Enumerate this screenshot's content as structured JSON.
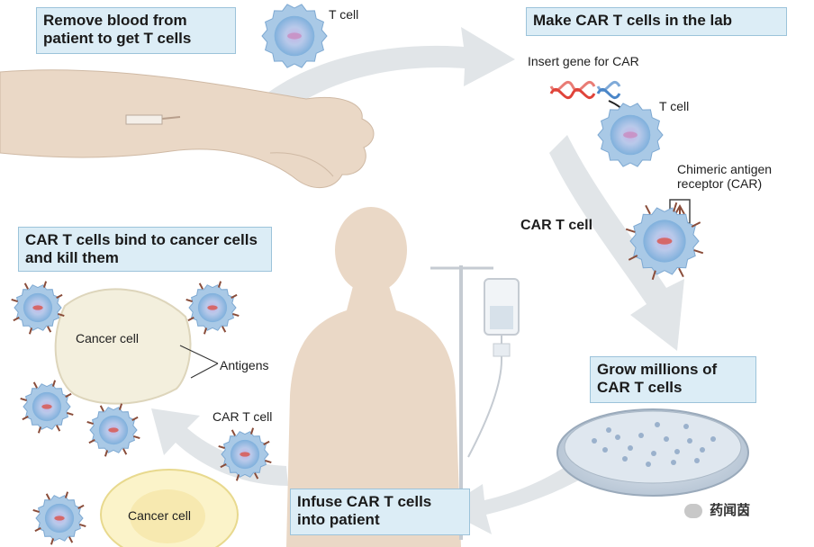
{
  "steps": {
    "remove": "Remove blood from patient to get T cells",
    "make": "Make CAR T cells in the lab",
    "grow": "Grow millions of CAR T cells",
    "infuse": "Infuse CAR T cells into patient",
    "bind": "CAR T cells bind to cancer cells and kill them"
  },
  "labels": {
    "t_cell_top": "T cell",
    "insert_gene": "Insert gene for CAR",
    "t_cell_lab": "T cell",
    "car_receptor": "Chimeric antigen receptor (CAR)",
    "car_t_cell": "CAR T cell",
    "cancer_cell_1": "Cancer cell",
    "antigens": "Antigens",
    "car_t_cell_small": "CAR T cell",
    "cancer_cell_2": "Cancer cell"
  },
  "watermark": "药闻茵",
  "colors": {
    "box_fill": "#dcedf6",
    "box_border": "#9cc3da",
    "arrow": "#dfe3e6",
    "skin": "#ead8c6",
    "tcell": "#a9c9e6",
    "tcell_core": "#b7a7d6",
    "dna_red": "#e0443a",
    "dna_blue": "#4a86c8"
  }
}
